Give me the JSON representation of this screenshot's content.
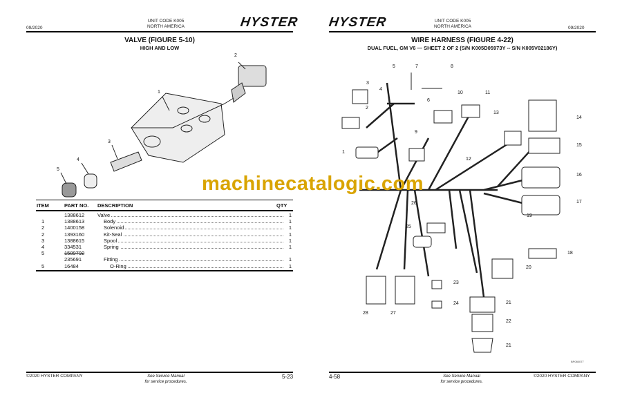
{
  "left_page": {
    "date": "09/2020",
    "unit_code": "UNIT CODE K005",
    "region": "NORTH AMERICA",
    "logo": "HYSTER",
    "title": "VALVE (FIGURE 5-10)",
    "subtitle": "HIGH AND LOW",
    "callouts": [
      "1",
      "2",
      "3",
      "4",
      "5"
    ],
    "table": {
      "headers": {
        "item": "ITEM",
        "part": "PART NO.",
        "desc": "DESCRIPTION",
        "qty": "QTY"
      },
      "rows": [
        {
          "item": "",
          "part": "1388612",
          "desc": "Valve",
          "qty": "1",
          "indent": 0
        },
        {
          "item": "1",
          "part": "1388613",
          "desc": "Body",
          "qty": "1",
          "indent": 1
        },
        {
          "item": "2",
          "part": "1400158",
          "desc": "Solenoid",
          "qty": "1",
          "indent": 1
        },
        {
          "item": "2",
          "part": "1393160",
          "desc": "Kit-Seal",
          "qty": "1",
          "indent": 1
        },
        {
          "item": "3",
          "part": "1388615",
          "desc": "Spool",
          "qty": "1",
          "indent": 1
        },
        {
          "item": "4",
          "part": "334531",
          "desc": "Spring",
          "qty": "1",
          "indent": 1
        },
        {
          "item": "5",
          "part": "1589792",
          "desc": "",
          "qty": "",
          "indent": 0,
          "struck": true
        },
        {
          "item": "",
          "part": "235691",
          "desc": "Fitting",
          "qty": "1",
          "indent": 1
        },
        {
          "item": "5",
          "part": "16484",
          "desc": "O-Ring",
          "qty": "1",
          "indent": 2
        }
      ]
    },
    "footer": {
      "copyright": "©2020 HYSTER COMPANY",
      "note1": "See Service Manual",
      "note2": "for service procedures.",
      "page": "5-23"
    }
  },
  "right_page": {
    "date": "09/2020",
    "unit_code": "UNIT CODE K005",
    "region": "NORTH AMERICA",
    "logo": "HYSTER",
    "title": "WIRE HARNESS (FIGURE 4-22)",
    "subtitle": "DUAL FUEL, GM V6 — SHEET 2 OF 2  (S/N K005D05973Y -- S/N K005V02186Y)",
    "callouts": [
      "5",
      "7",
      "8",
      "3",
      "4",
      "6",
      "10",
      "11",
      "2",
      "9",
      "13",
      "14",
      "15",
      "1",
      "12",
      "16",
      "17",
      "19",
      "26",
      "25",
      "18",
      "20",
      "23",
      "24",
      "21",
      "22",
      "21",
      "28",
      "27"
    ],
    "figure_id": "BP080077",
    "footer": {
      "page": "4-58",
      "note1": "See Service Manual",
      "note2": "for service procedures.",
      "copyright": "©2020 HYSTER COMPANY"
    }
  },
  "watermark": "machinecatalogic.com"
}
